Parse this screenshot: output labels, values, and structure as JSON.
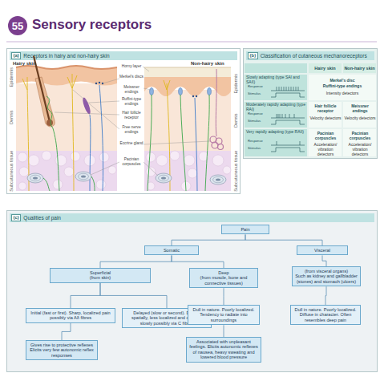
{
  "diagram": {
    "title": "Sensory receptors",
    "nodes": [
      {
        "text": [
          "55"
        ]
      },
      {
        "text": [
          "(a)",
          "Receptors in hairy and non-hairy skin"
        ]
      },
      {
        "text": [
          "(b)",
          "Classification of cutaneous mechanoreceptors"
        ]
      },
      {
        "text": [
          "(c)",
          "Qualities of pain"
        ]
      },
      {
        "text": [
          "Pain"
        ],
        "in": 3
      },
      {
        "text": [
          "Somatic"
        ],
        "in": 3
      },
      {
        "text": [
          "Visceral"
        ],
        "in": 3
      },
      {
        "text": [
          "Superficial",
          "(from skin)"
        ],
        "in": 3
      },
      {
        "text": [
          "Deep",
          "(from muscle, bone and connective tissues)"
        ],
        "in": 3
      },
      {
        "text": [
          "(from visceral organs)",
          "Such as kidney and gallbladder (stones) and stomach (ulcers)"
        ],
        "in": 3
      },
      {
        "text": [
          "Initial (fast or first). Sharp, localized pain possibly via Aδ fibres"
        ],
        "in": 3
      },
      {
        "text": [
          "Delayed (slow or second). Diffuse spatially, less localized and dies out slowly possibly via C fibres"
        ],
        "in": 3
      },
      {
        "text": [
          "Dull in nature. Poorly localized. Tendency to radiate into surroundings"
        ],
        "in": 3
      },
      {
        "text": [
          "Dull in nature. Poorly localized. Diffuse in character. Often resembles deep pain"
        ],
        "in": 3
      },
      {
        "text": [
          "Gives rise to protective reflexes Elicits very few autonomic reflex responses"
        ],
        "in": 3
      },
      {
        "text": [
          "Associated with unpleasant feelings. Elicits autonomic reflexes of nausea, heavy sweating and lowered blood pressure"
        ],
        "in": 3
      }
    ],
    "edges": [
      {
        "from": 4,
        "to": 5,
        "arrow": "none"
      },
      {
        "from": 4,
        "to": 6,
        "arrow": "none"
      },
      {
        "from": 5,
        "to": 7,
        "arrow": "none"
      },
      {
        "from": 5,
        "to": 8,
        "arrow": "none"
      },
      {
        "from": 6,
        "to": 9,
        "arrow": "none"
      },
      {
        "from": 7,
        "to": 10,
        "arrow": "none"
      },
      {
        "from": 7,
        "to": 11,
        "arrow": "none"
      },
      {
        "from": 8,
        "to": 12,
        "arrow": "none"
      },
      {
        "from": 9,
        "to": 13,
        "arrow": "none"
      },
      {
        "from": 10,
        "to": 14,
        "arrow": "none"
      },
      {
        "from": 12,
        "to": 15,
        "arrow": "none"
      }
    ],
    "labels": [
      "Hairy skin",
      "Non-hairy skin",
      "Horny layer",
      "Merkel's discs",
      "Meissner endings",
      "Ruffini-type endings",
      "Hair follicle receptor",
      "Free nerve endings",
      "Eccrine gland",
      "Pacinian corpuscles",
      "Epidermis",
      "Dermis",
      "Subcutaneous tissue",
      "Epidermis",
      "Dermis",
      "Subcutaneous tissue",
      "Hairy skin",
      "Non-hairy skin",
      "Slowly adapting (type SAI and SAII)",
      "Response",
      "Stimulus",
      "Moderately rapidly adapting (type RAI)",
      "Response",
      "Stimulus",
      "Very rapidly adapting (type RAII)",
      "Response",
      "Stimulus",
      "Merkel's disc",
      "Ruffini-type endings",
      "Intensity detectors",
      "Hair follicle receptor",
      "Velocity detectors",
      "Meissner endings",
      "Velocity detectors",
      "Pacinian corpuscles",
      "Acceleration/ vibration detectors",
      "Pacinian corpuscles",
      "Acceleration/ vibration detectors"
    ]
  }
}
